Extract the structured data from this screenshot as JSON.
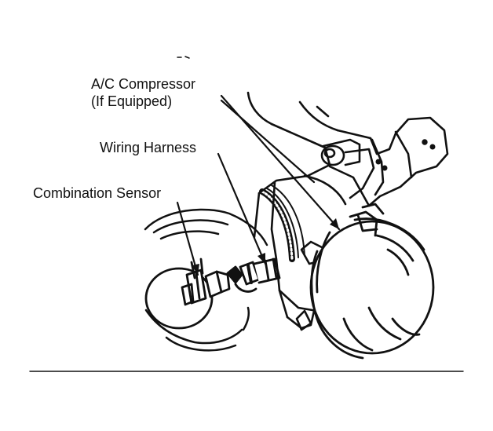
{
  "labels": {
    "ac_compressor": "A/C Compressor",
    "if_equipped": "(If Equipped)",
    "wiring_harness": "Wiring Harness",
    "combination_sensor": "Combination Sensor"
  },
  "colors": {
    "ink": "#111111",
    "paper": "#ffffff"
  }
}
